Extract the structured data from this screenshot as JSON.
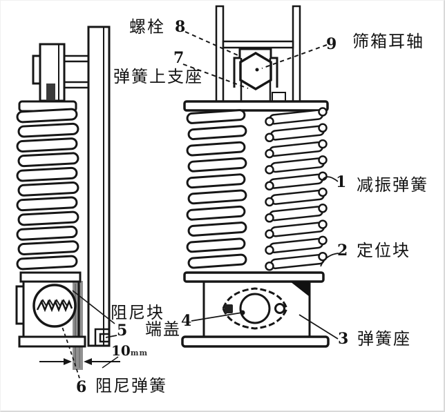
{
  "figure_type": "mechanical-diagram",
  "colors": {
    "ink": "#161616",
    "background": "#ffffff",
    "shading": "#919191"
  },
  "labels": {
    "bolt": {
      "text": "螺栓",
      "num": "8"
    },
    "upper_support": {
      "text": "弹簧上支座",
      "num": "7"
    },
    "trunnion": {
      "text": "筛箱耳轴",
      "num": "9"
    },
    "vib_spring": {
      "text": "减振弹簧",
      "num": "1"
    },
    "pos_block": {
      "text": "定位块",
      "num": "2"
    },
    "spring_seat": {
      "text": "弹簧座",
      "num": "3"
    },
    "damper_block": {
      "text": "阻尼块",
      "num": "4"
    },
    "end_cover": {
      "text": "端盖",
      "num": "5"
    },
    "damper_spring": {
      "text": "阻尼弹簧",
      "num": "6"
    },
    "dimension": {
      "value": "10",
      "unit": "mm"
    }
  }
}
